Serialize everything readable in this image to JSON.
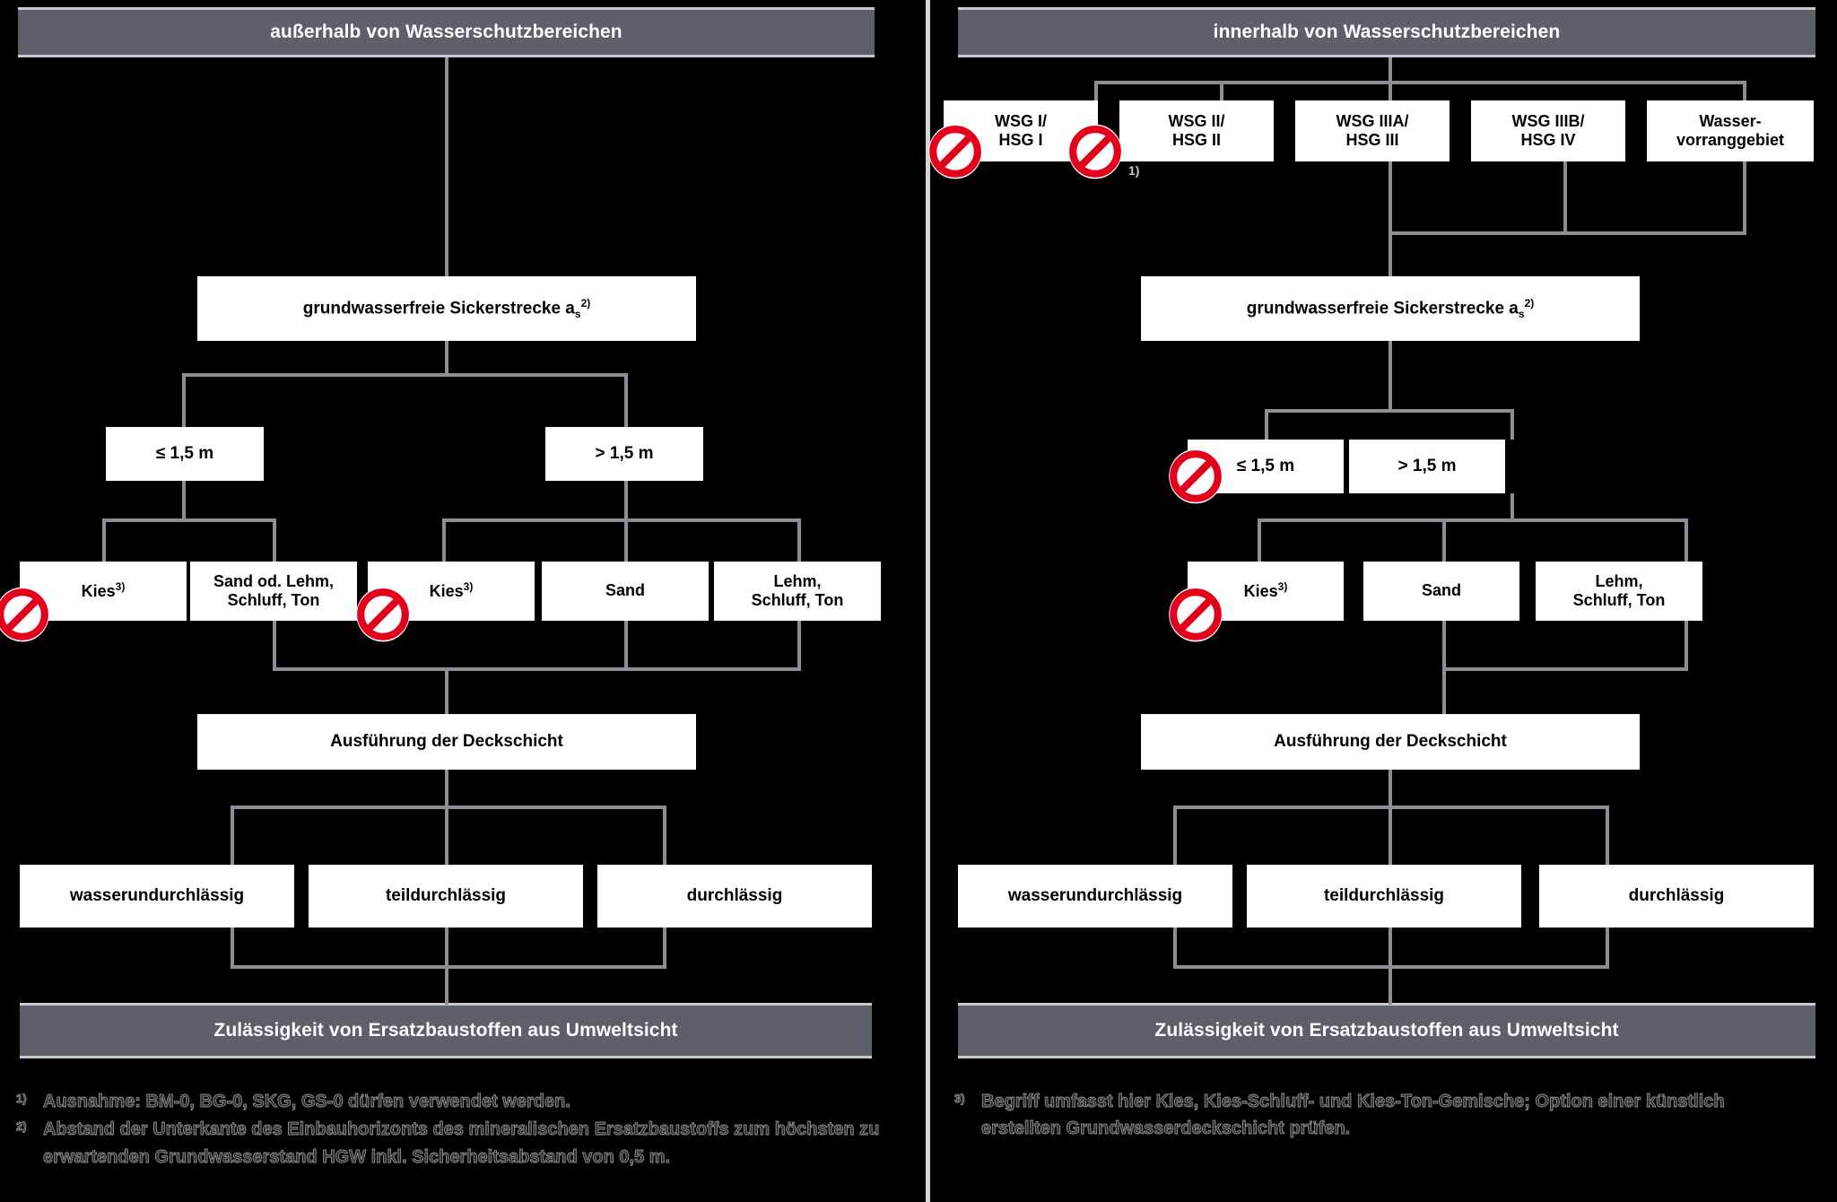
{
  "colors": {
    "background": "#000000",
    "banner_fill": "#5c6069",
    "banner_border": "#c9cace",
    "node_fill": "#ffffff",
    "node_text": "#000000",
    "connector": "#8b8e95",
    "prohibition_red": "#e2001a",
    "divider": "#d3d4d6"
  },
  "left": {
    "header": "außerhalb von Wasserschutzbereichen",
    "seepage": {
      "text": "grundwasserfreie Sickerstrecke a",
      "sub": "s",
      "sup": "2)"
    },
    "depth_boxes": [
      {
        "label": "≤ 1,5 m"
      },
      {
        "label": "> 1,5 m"
      }
    ],
    "material_boxes": [
      {
        "label": "Kies",
        "sup": "3)",
        "prohibited": true
      },
      {
        "line1": "Sand od. Lehm,",
        "line2": "Schluff, Ton",
        "prohibited": false
      },
      {
        "label": "Kies",
        "sup": "3)",
        "prohibited": true
      },
      {
        "label": "Sand",
        "prohibited": false
      },
      {
        "line1": "Lehm,",
        "line2": "Schluff, Ton",
        "prohibited": false
      }
    ],
    "deckschicht": "Ausführung der Deckschicht",
    "permeability": [
      {
        "label": "wasserundurchlässig"
      },
      {
        "label": "teildurchlässig"
      },
      {
        "label": "durchlässig"
      }
    ],
    "footer": "Zulässigkeit von Ersatzbaustoffen aus Umweltsicht",
    "footnotes": [
      {
        "num": "1)",
        "text": "Ausnahme: BM-0, BG-0, SKG, GS-0 dürfen verwendet werden."
      },
      {
        "num": "2)",
        "text": "Abstand der Unterkante des Einbauhorizonts des mineralischen Ersatzbaustoffs zum höchsten zu erwartenden Grundwasserstand HGW inkl. Sicherheitsabstand von 0,5 m."
      }
    ]
  },
  "right": {
    "header": "innerhalb von Wasserschutzbereichen",
    "zones": [
      {
        "line1": "WSG I/",
        "line2": "HSG I",
        "prohibited": true
      },
      {
        "line1": "WSG II/",
        "line2": "HSG II",
        "prohibited": true,
        "marker": "1)"
      },
      {
        "line1": "WSG IIIA/",
        "line2": "HSG III",
        "prohibited": false
      },
      {
        "line1": "WSG IIIB/",
        "line2": "HSG IV",
        "prohibited": false
      },
      {
        "line1": "Wasser-",
        "line2": "vorranggebiet",
        "prohibited": false
      }
    ],
    "seepage": {
      "text": "grundwasserfreie Sickerstrecke a",
      "sub": "s",
      "sup": "2)"
    },
    "depth_boxes": [
      {
        "label": "≤ 1,5 m",
        "prohibited": true
      },
      {
        "label": "> 1,5 m",
        "prohibited": false
      }
    ],
    "material_boxes": [
      {
        "label": "Kies",
        "sup": "3)",
        "prohibited": true
      },
      {
        "label": "Sand",
        "prohibited": false
      },
      {
        "line1": "Lehm,",
        "line2": "Schluff, Ton",
        "prohibited": false
      }
    ],
    "deckschicht": "Ausführung der Deckschicht",
    "permeability": [
      {
        "label": "wasserundurchlässig"
      },
      {
        "label": "teildurchlässig"
      },
      {
        "label": "durchlässig"
      }
    ],
    "footer": "Zulässigkeit von Ersatzbaustoffen aus Umweltsicht",
    "footnotes": [
      {
        "num": "3)",
        "text": "Begriff umfasst hier Kies, Kies-Schluff- und Kies-Ton-Gemische; Option einer künstlich erstellten Grundwasserdeckschicht prüfen."
      }
    ]
  }
}
